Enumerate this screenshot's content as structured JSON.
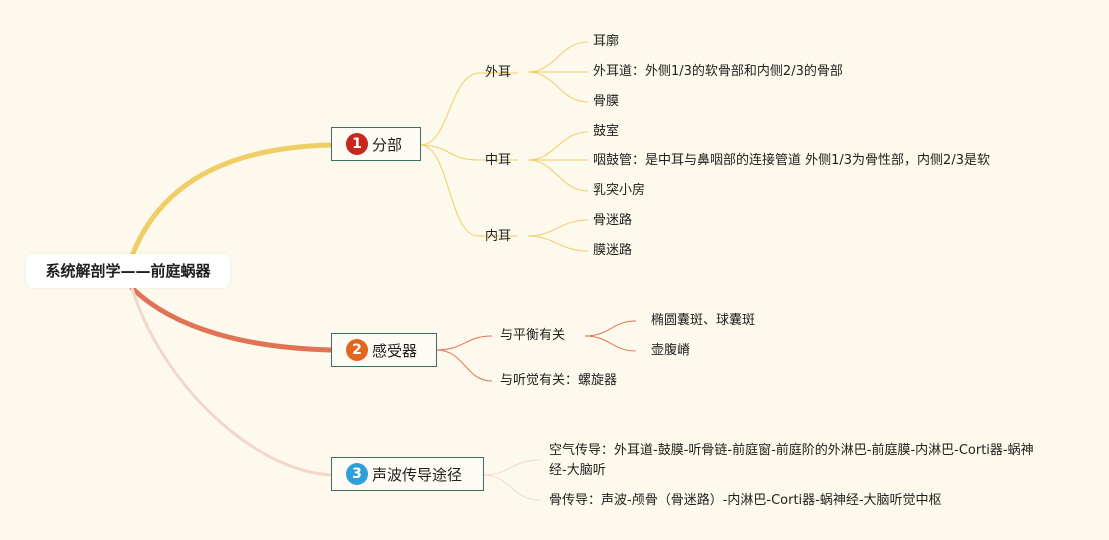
{
  "root": {
    "title": "系统解剖学——前庭蜗器"
  },
  "branches": [
    {
      "number": "1",
      "label": "分部",
      "color": "#c8261e",
      "line_color": "#f1cd66",
      "subgroups": [
        {
          "label": "外耳",
          "items": [
            "耳廓",
            "外耳道：外侧1/3的软骨部和内侧2/3的骨部",
            "骨膜"
          ]
        },
        {
          "label": "中耳",
          "items": [
            "鼓室",
            "咽鼓管：是中耳与鼻咽部的连接管道 外侧1/3为骨性部，内侧2/3是软",
            "乳突小房"
          ]
        },
        {
          "label": "内耳",
          "items": [
            "骨迷路",
            "膜迷路"
          ]
        }
      ]
    },
    {
      "number": "2",
      "label": "感受器",
      "color": "#e2661d",
      "line_color": "#e07355",
      "subgroups": [
        {
          "label": "与平衡有关",
          "items": [
            "椭圆囊斑、球囊斑",
            "壶腹嵴"
          ]
        },
        {
          "label": "与听觉有关：螺旋器",
          "items": []
        }
      ]
    },
    {
      "number": "3",
      "label": "声波传导途径",
      "color": "#2f9fd9",
      "line_color": "#f2d8cb",
      "subgroups": [
        {
          "label": "空气传导：外耳道-鼓膜-听骨链-前庭窗-前庭阶的外淋巴-前庭膜-内淋巴-Corti器-蜗神经-大脑听",
          "items": []
        },
        {
          "label": "骨传导：声波-颅骨（骨迷路）-内淋巴-Corti器-蜗神经-大脑听觉中枢",
          "items": []
        }
      ]
    }
  ]
}
